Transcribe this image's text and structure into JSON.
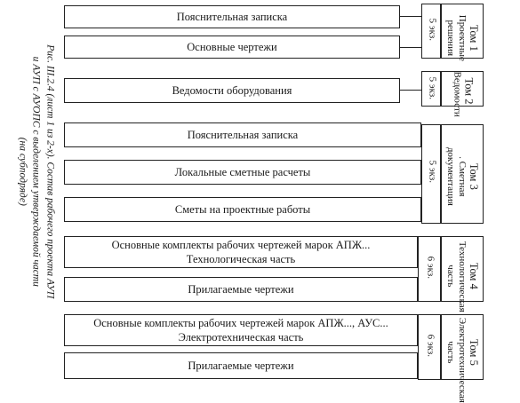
{
  "caption": {
    "line1": "Рис. III.2.4 (лист 1 из 2-х). Состав рабочего проекта АУП",
    "line2": "и АУП с АУОПС с выделением утверждаемой части",
    "line3": "(на субподряде)"
  },
  "items": {
    "a": "Пояснительная записка",
    "b": "Основные чертежи",
    "c": "Ведомости оборудования",
    "d": "Пояснительная записка",
    "e": "Локальные сметные расчеты",
    "f": "Сметы на проектные работы",
    "g1": "Основные комплекты рабочих чертежей марок АПЖ...",
    "g2": "Технологическая часть",
    "h": "Прилагаемые чертежи",
    "i1": "Основные комплекты рабочих чертежей марок АПЖ..., АУС...",
    "i2": "Электротехническая часть",
    "j": "Прилагаемые чертежи"
  },
  "volumes": {
    "v1": {
      "title": "Том 1",
      "sub": "Проектные решения",
      "copies": "5 экз."
    },
    "v2": {
      "title": "Том 2",
      "sub": "Ведомости",
      "copies": "5 экз."
    },
    "v3": {
      "title": "Том 3",
      "sub": ". Сметная документация",
      "copies": "5 экз."
    },
    "v4": {
      "title": "Том 4",
      "sub": "Технологическая часть",
      "copies": "6 экз."
    },
    "v5": {
      "title": "Том 5",
      "sub": "Электротехническая часть",
      "copies": "6 экз."
    }
  }
}
